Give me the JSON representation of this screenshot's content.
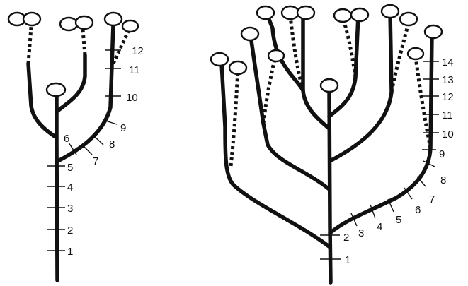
{
  "left_plant": {
    "node_labels": [
      "1",
      "2",
      "3",
      "4",
      "5",
      "6",
      "7",
      "8",
      "9",
      "10",
      "11",
      "12"
    ]
  },
  "right_plant": {
    "node_labels": [
      "1",
      "2",
      "3",
      "4",
      "5",
      "6",
      "7",
      "8",
      "9",
      "10",
      "11",
      "12",
      "13",
      "14"
    ]
  }
}
